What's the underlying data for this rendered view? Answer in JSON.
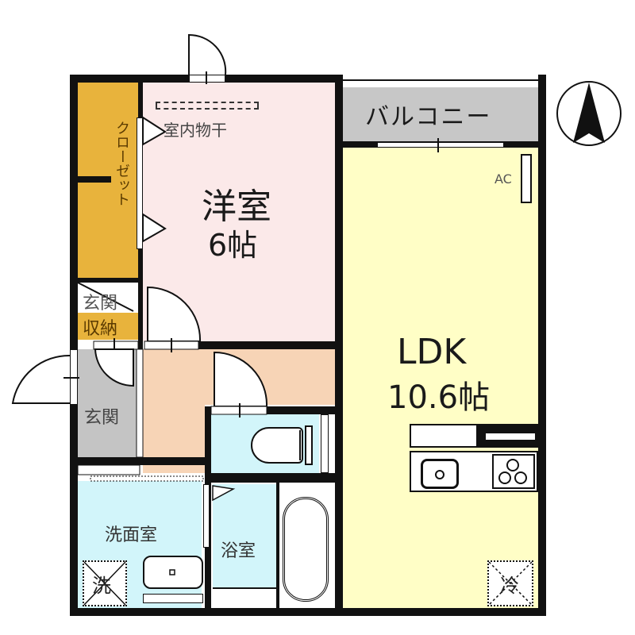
{
  "floorplan": {
    "rooms": {
      "western_room": {
        "name": "洋室",
        "size": "6帖",
        "color": "#fbe9e9"
      },
      "ldk": {
        "name": "LDK",
        "size": "10.6帖",
        "color": "#fffec6"
      },
      "balcony": {
        "name": "バルコニー",
        "color": "#c7c7c7"
      },
      "closet": {
        "name": "クローゼット",
        "color": "#e8b33c"
      },
      "entrance_storage": {
        "line1": "玄関",
        "line2": "収納",
        "color": "#e8b33c"
      },
      "entrance": {
        "name": "玄関",
        "color": "#c4c4c4"
      },
      "hallway": {
        "color": "#f7d4b6"
      },
      "toilet": {
        "color": "#d2f5fa"
      },
      "washroom": {
        "name": "洗面室",
        "color": "#d2f5fa"
      },
      "bathroom": {
        "name": "浴室",
        "color": "#d2f5fa"
      }
    },
    "fixtures": {
      "indoor_drying": "室内物干",
      "air_conditioner": "AC",
      "washer_space": "洗",
      "fridge_space": "冷"
    },
    "compass": {
      "direction": "north"
    }
  }
}
